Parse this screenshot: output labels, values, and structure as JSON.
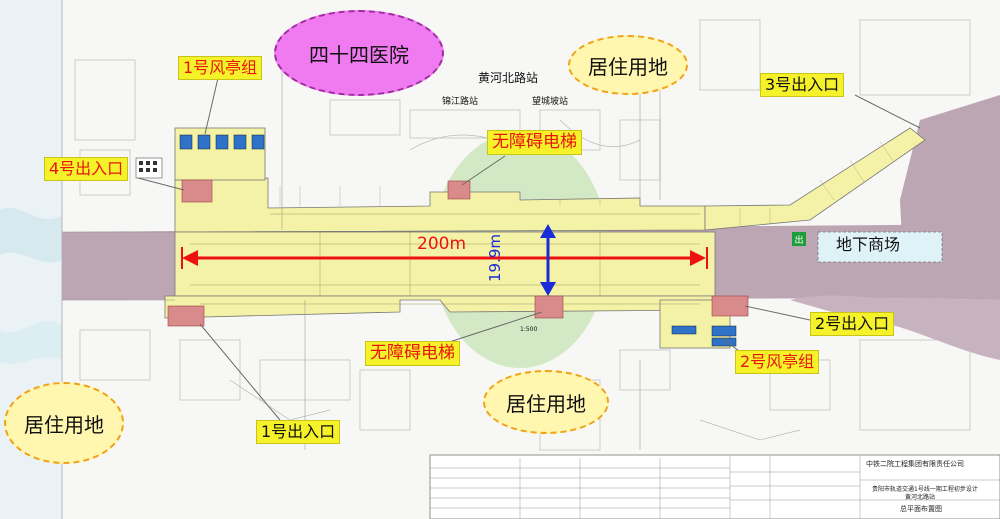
{
  "labels": {
    "fengting1": "1号风亭组",
    "fengting2": "2号风亭组",
    "exit1": "1号出入口",
    "exit2": "2号出入口",
    "exit3": "3号出入口",
    "exit4": "4号出入口",
    "elevator_top": "无障碍电梯",
    "elevator_bottom": "无障碍电梯",
    "hospital": "四十四医院",
    "residential_top": "居住用地",
    "residential_left": "居住用地",
    "residential_bottom": "居住用地",
    "mall": "地下商场",
    "station_name": "黄河北路站",
    "street_left": "锦江路站",
    "street_right": "望城坡站",
    "length": "200m",
    "width": "19.9m",
    "scale": "1:500"
  },
  "title_block": {
    "company": "中铁二院工程集团有限责任公司",
    "project": "贵阳市轨道交通1号线一期工程初步设计",
    "station": "黄河北路站",
    "drawing": "总平面布置图"
  },
  "colors": {
    "callout_bg": "#f6f22a",
    "callout_red": "#e8150f",
    "dimension_red": "#ee1111",
    "dimension_blue": "#1a2bd8",
    "hospital_fill": "#f07af0",
    "residential_fill": "#fff6b0",
    "residential_border": "#f0a21a",
    "station_fill": "#f4f2a6",
    "road_fill": "#bda6b4",
    "green_zone": "#b7dd9a",
    "mall_fill": "#dff2f7"
  }
}
